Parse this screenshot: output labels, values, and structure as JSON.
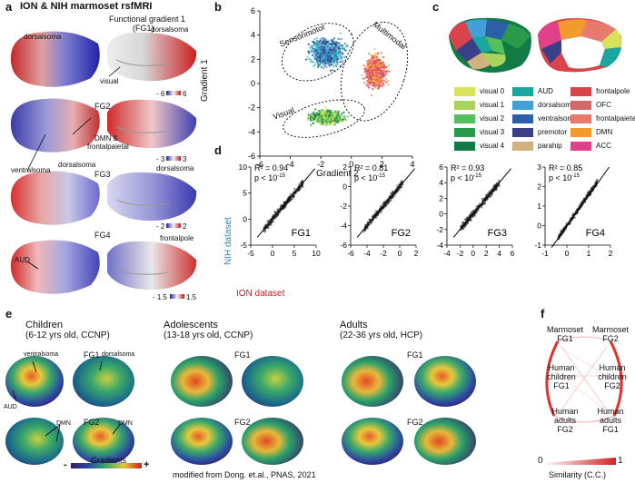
{
  "panel_labels": {
    "a": "a",
    "b": "b",
    "c": "c",
    "d": "d",
    "e": "e",
    "f": "f"
  },
  "panel_a": {
    "title": "ION & NIH marmoset rsfMRI",
    "fg1_label": "Functional gradient 1",
    "fg1_abbrev": "(FG1)",
    "fg2_label": "FG2",
    "fg3_label": "FG3",
    "fg4_label": "FG4",
    "ann_dorsalsoma_1": "dorsalsoma",
    "ann_dorsalsoma_2": "dorsalsoma",
    "ann_visual": "visual",
    "ann_dmn": "DMN &",
    "ann_frontalpaietal": "frontalpaietal",
    "ann_ventralsoma": "ventralsoma",
    "ann_dorsalsoma_3": "dorsalsoma",
    "ann_dorsalsoma_4": "dorsalsoma",
    "ann_frontalpole": "frontalpole",
    "ann_aud": "AUD",
    "cb1_min": "- 6",
    "cb1_max": "6",
    "cb2_min": "- 3",
    "cb2_max": "3",
    "cb3_min": "- 2",
    "cb3_max": "2",
    "cb4_min": "- 1.5",
    "cb4_max": "1.5"
  },
  "panel_b": {
    "ann_sensorimotor": "Sensorimotor",
    "ann_multimodal": "Multimodal",
    "ann_visual": "Visual"
  },
  "panel_c": {
    "legend": [
      {
        "label": "visual 0",
        "color": "#d8e25a"
      },
      {
        "label": "visual 1",
        "color": "#a9d45a"
      },
      {
        "label": "visual 2",
        "color": "#54bf5c"
      },
      {
        "label": "visual 3",
        "color": "#2a9b4a"
      },
      {
        "label": "visual 4",
        "color": "#127a45"
      },
      {
        "label": "AUD",
        "color": "#1aa7a0"
      },
      {
        "label": "dorsalsoma",
        "color": "#43a0d4"
      },
      {
        "label": "ventralsoma",
        "color": "#2b5fa8"
      },
      {
        "label": "premotor",
        "color": "#3b3f88"
      },
      {
        "label": "parahip",
        "color": "#d1b27e"
      },
      {
        "label": "frontalpole",
        "color": "#d9444b"
      },
      {
        "label": "OFC",
        "color": "#d36a6a"
      },
      {
        "label": "frontalpaietal",
        "color": "#e8796d"
      },
      {
        "label": "DMN",
        "color": "#f29a2e"
      },
      {
        "label": "ACC",
        "color": "#e0418a"
      }
    ]
  },
  "panel_d": {
    "ylabel": "NIH dataset",
    "xlabel": "ION dataset",
    "p_text": "p < 10",
    "p_exp": "-15"
  },
  "panel_e": {
    "group1_title": "Children",
    "group1_sub": "(6-12 yrs old, CCNP)",
    "group2_title": "Adolescents",
    "group2_sub": "(13-18 yrs old, CCNP)",
    "group3_title": "Adults",
    "group3_sub": "(22-36 yrs old, HCP)",
    "fg1": "FG1",
    "fg2": "FG2",
    "ann_ventralsoma": "ventralsoma",
    "ann_dorsalsoma": "dorsalsoma",
    "ann_aud": "AUD",
    "ann_dmn1": "DMN",
    "ann_dmn2": "DMN",
    "gradients_label": "Gradients",
    "minus": "-",
    "plus": "+",
    "credit": "modified from Dong. et.al., PNAS, 2021"
  },
  "panel_f": {
    "nodes": {
      "marmoset_fg1": [
        "Marmoset",
        "FG1"
      ],
      "marmoset_fg2": [
        "Marmoset",
        "FG2"
      ],
      "human_children_fg1": [
        "Human",
        "children",
        "FG1"
      ],
      "human_children_fg2": [
        "Human",
        "children",
        "FG2"
      ],
      "human_adults_fg2": [
        "Human",
        "adults",
        "FG2"
      ],
      "human_adults_fg1": [
        "Human",
        "adults",
        "FG1"
      ]
    },
    "similarity_label": "Similarity (C.C.)",
    "scale_min": "0",
    "scale_max": "1"
  },
  "chart_data": [
    {
      "type": "scatter",
      "panel": "b",
      "xlabel": "Gradient 2",
      "ylabel": "Gradient 1",
      "xlim": [
        -6,
        4
      ],
      "ylim": [
        -6,
        6
      ],
      "xticks": [
        -6,
        -4,
        -2,
        0,
        2,
        4
      ],
      "yticks": [
        -6,
        -4,
        -2,
        0,
        2,
        4,
        6
      ],
      "series": [
        {
          "name": "Sensorimotor",
          "color": "#43a0d4",
          "center": [
            -1.6,
            2.6
          ],
          "spread": [
            1.3,
            1.4
          ]
        },
        {
          "name": "Multimodal",
          "color": "#f29a2e",
          "center": [
            1.6,
            1.0
          ],
          "spread": [
            0.8,
            1.6
          ]
        },
        {
          "name": "Visual",
          "color": "#54bf5c",
          "center": [
            -1.6,
            -2.8
          ],
          "spread": [
            1.3,
            0.7
          ]
        }
      ]
    },
    {
      "type": "scatter",
      "panel": "d",
      "title": "FG1",
      "r2": "R² = 0.94",
      "xlim": [
        -5,
        10
      ],
      "ylim": [
        -5,
        10
      ],
      "xticks": [
        -5,
        0,
        5,
        10
      ],
      "yticks": [
        -5,
        0,
        5,
        10
      ],
      "fit": {
        "slope": 1,
        "intercept": 0
      }
    },
    {
      "type": "scatter",
      "panel": "d",
      "title": "FG2",
      "r2": "R² = 0.81",
      "xlim": [
        -6,
        2
      ],
      "ylim": [
        -6,
        2
      ],
      "xticks": [
        -6,
        -4,
        -2,
        0,
        2
      ],
      "yticks": [
        -6,
        -4,
        -2,
        0,
        2
      ],
      "fit": {
        "slope": 1,
        "intercept": 0
      }
    },
    {
      "type": "scatter",
      "panel": "d",
      "title": "FG3",
      "r2": "R² = 0.93",
      "xlim": [
        -4,
        6
      ],
      "ylim": [
        -4,
        6
      ],
      "xticks": [
        -4,
        -2,
        0,
        2,
        4,
        6
      ],
      "yticks": [
        -4,
        -2,
        0,
        2,
        4,
        6
      ],
      "fit": {
        "slope": 1,
        "intercept": 0
      }
    },
    {
      "type": "scatter",
      "panel": "d",
      "title": "FG4",
      "r2": "R² = 0.85",
      "xlim": [
        -1,
        2
      ],
      "ylim": [
        -1,
        3
      ],
      "xticks": [
        -1,
        0,
        1,
        2
      ],
      "yticks": [
        -1,
        0,
        1,
        2,
        3
      ],
      "fit": {
        "slope": 1.6,
        "intercept": 0
      }
    }
  ]
}
